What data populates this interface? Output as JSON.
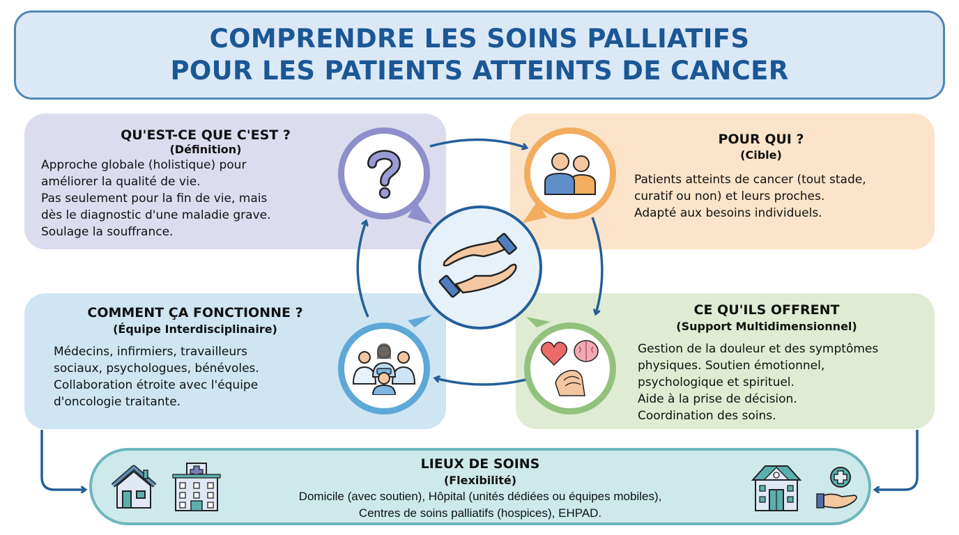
{
  "header": {
    "title_line1": "COMPRENDRE LES SOINS PALLIATIFS",
    "title_line2": "POUR LES PATIENTS ATTEINTS DE CANCER"
  },
  "sections": {
    "definition": {
      "title": "QU'EST-CE QUE C'EST ?",
      "subtitle": "(Définition)",
      "lines": [
        "Approche globale (holistique) pour",
        "améliorer la qualité de vie.",
        "Pas seulement pour la fin de vie, mais",
        "dès le diagnostic d'une maladie grave.",
        "Soulage la souffrance."
      ],
      "icon": "question-mark-icon",
      "color": "#8e8fcb"
    },
    "target": {
      "title": "POUR QUI ?",
      "subtitle": "(Cible)",
      "lines": [
        "Patients atteints de cancer (tout stade,",
        "curatif ou non) et leurs proches.",
        "Adapté aux besoins individuels."
      ],
      "icon": "two-people-icon",
      "color": "#f2ad5f"
    },
    "team": {
      "title": "COMMENT ÇA FONCTIONNE ?",
      "subtitle": "(Équipe Interdisciplinaire)",
      "lines": [
        "Médecins, infirmiers, travailleurs",
        "sociaux, psychologues, bénévoles.",
        "Collaboration étroite avec l'équipe",
        "d'oncologie traitante."
      ],
      "icon": "medical-team-icon",
      "color": "#5da8d6"
    },
    "offer": {
      "title": "CE QU'ILS OFFRENT",
      "subtitle": "(Support Multidimensionnel)",
      "lines": [
        "Gestion de la douleur et des symptômes",
        "physiques. Soutien émotionnel,",
        "psychologique et spirituel.",
        "Aide à la prise de décision.",
        "Coordination des soins."
      ],
      "icon": "heart-brain-hands-icon",
      "color": "#92c27d"
    },
    "locations": {
      "title": "LIEUX DE SOINS",
      "subtitle": "(Flexibilité)",
      "lines": [
        "Domicile (avec soutien), Hôpital (unités dédiées ou équipes mobiles),",
        "Centres de soins palliatifs (hospices), EHPAD."
      ],
      "icons": [
        "house-icon",
        "hospital-icon",
        "care-home-icon",
        "hand-with-cross-icon"
      ],
      "color": "#6cb6bb"
    }
  },
  "center": {
    "icon": "caring-hands-icon"
  },
  "colors": {
    "arrow": "#245f98",
    "title": "#1c5795"
  }
}
